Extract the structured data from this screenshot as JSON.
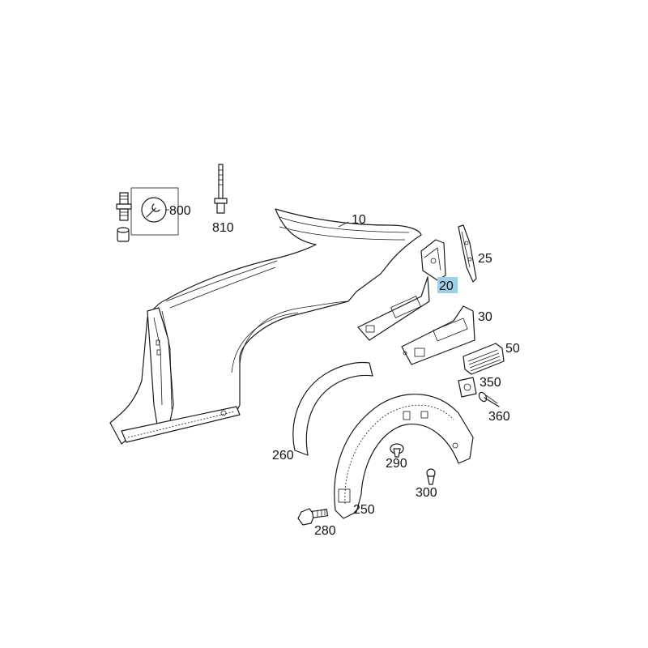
{
  "diagram": {
    "highlight_color": "#9ecfe6",
    "callouts": [
      {
        "id": "c10",
        "label": "10"
      },
      {
        "id": "c20",
        "label": "20",
        "highlighted": true
      },
      {
        "id": "c25",
        "label": "25"
      },
      {
        "id": "c30",
        "label": "30"
      },
      {
        "id": "c50",
        "label": "50"
      },
      {
        "id": "c250",
        "label": "250"
      },
      {
        "id": "c260",
        "label": "260"
      },
      {
        "id": "c280",
        "label": "280"
      },
      {
        "id": "c290",
        "label": "290"
      },
      {
        "id": "c300",
        "label": "300"
      },
      {
        "id": "c350",
        "label": "350"
      },
      {
        "id": "c360",
        "label": "360"
      },
      {
        "id": "c800",
        "label": "800"
      },
      {
        "id": "c810",
        "label": "810"
      }
    ]
  }
}
